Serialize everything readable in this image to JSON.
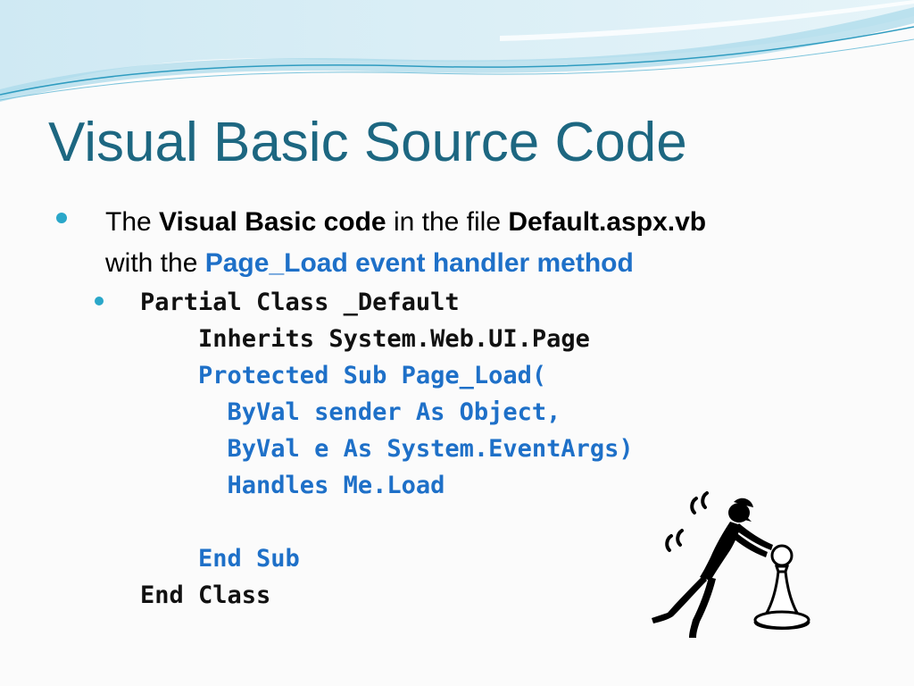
{
  "slide": {
    "title": "Visual Basic Source Code",
    "bullet1": {
      "t1": "The ",
      "b1": "Visual Basic code",
      "t2": " in the file ",
      "b2": "Default.aspx.vb",
      "t3": " with the ",
      "highlight": "Page_Load event handler method"
    },
    "code_lines": [
      {
        "text": "Partial Class _Default",
        "color": "black"
      },
      {
        "text": "    Inherits System.Web.UI.Page",
        "color": "black"
      },
      {
        "text": "    Protected Sub Page_Load(",
        "color": "blue"
      },
      {
        "text": "      ByVal sender As Object,",
        "color": "blue"
      },
      {
        "text": "      ByVal e As System.EventArgs)",
        "color": "blue"
      },
      {
        "text": "      Handles Me.Load",
        "color": "blue"
      },
      {
        "text": "",
        "color": "black"
      },
      {
        "text": "    End Sub",
        "color": "blue"
      },
      {
        "text": "End Class",
        "color": "black"
      }
    ]
  },
  "colors": {
    "title": "#1d6781",
    "accent_blue": "#1e70c8",
    "bullet": "#2aa7c9",
    "background": "#fbfbfb"
  },
  "icons": [
    "bullet-dot-icon",
    "person-pushing-pawn-clipart"
  ]
}
